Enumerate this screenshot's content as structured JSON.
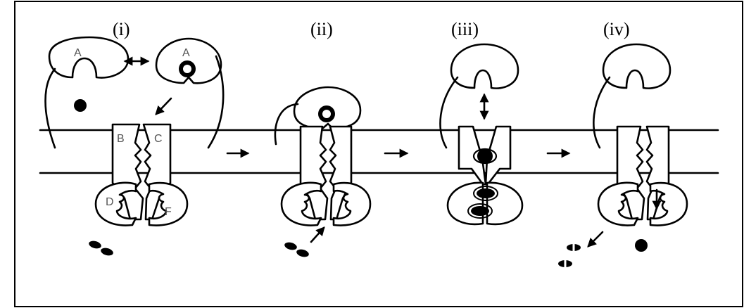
{
  "panels": [
    {
      "label": "(i)"
    },
    {
      "label": "(ii)"
    },
    {
      "label": "(iii)"
    },
    {
      "label": "(iv)"
    }
  ],
  "subunit_letters": {
    "a_top_left": "A",
    "a_top_right": "A",
    "b": "B",
    "c": "C",
    "d": "D",
    "f": "F"
  },
  "colors": {
    "ink": "#000000",
    "letter_gray": "#555555",
    "background": "#ffffff"
  },
  "icons": [
    "double-headed-horizontal-arrow",
    "diagonal-arrow",
    "right-arrow",
    "vertical-double-arrow",
    "down-arrow"
  ]
}
